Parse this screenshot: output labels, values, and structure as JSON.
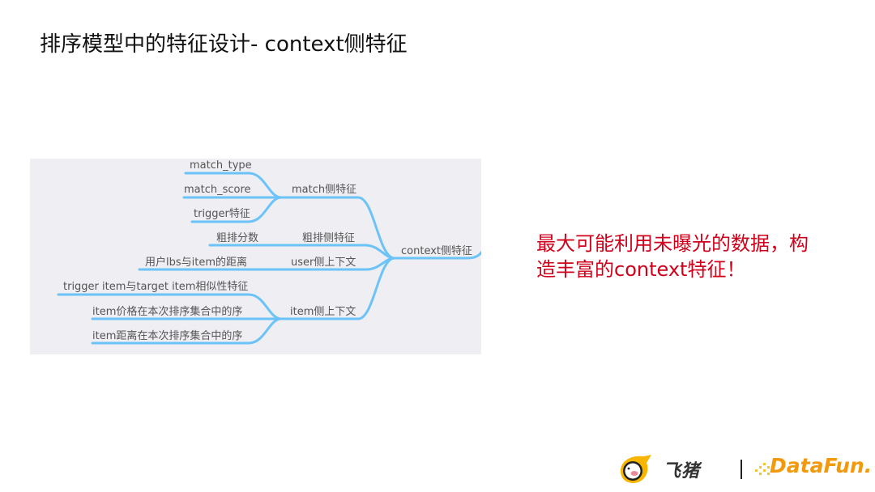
{
  "slide": {
    "title": "排序模型中的特征设计- context侧特征"
  },
  "mindmap": {
    "background": "#eeeef3",
    "line_color": "#6cc3f7",
    "root": {
      "label": "context侧特征"
    },
    "branches": [
      {
        "label": "match侧特征",
        "children": [
          {
            "label": "match_type"
          },
          {
            "label": "match_score"
          },
          {
            "label": "trigger特征"
          }
        ]
      },
      {
        "label": "粗排侧特征",
        "children": [
          {
            "label": "粗排分数"
          }
        ]
      },
      {
        "label": "user侧上下文",
        "children": [
          {
            "label": "用户lbs与item的距离"
          }
        ]
      },
      {
        "label": "item侧上下文",
        "children": [
          {
            "label": "trigger item与target item相似性特征"
          },
          {
            "label": "item价格在本次排序集合中的序"
          },
          {
            "label": "item距离在本次排序集合中的序"
          }
        ]
      }
    ]
  },
  "callout": {
    "line1": "最大可能利用未曝光的数据，构",
    "line2": "造丰富的context特征！",
    "color": "#d0021b"
  },
  "footer": {
    "fliggy_logo_text": "飞猪",
    "datafun_logo_text": "DataFun."
  }
}
